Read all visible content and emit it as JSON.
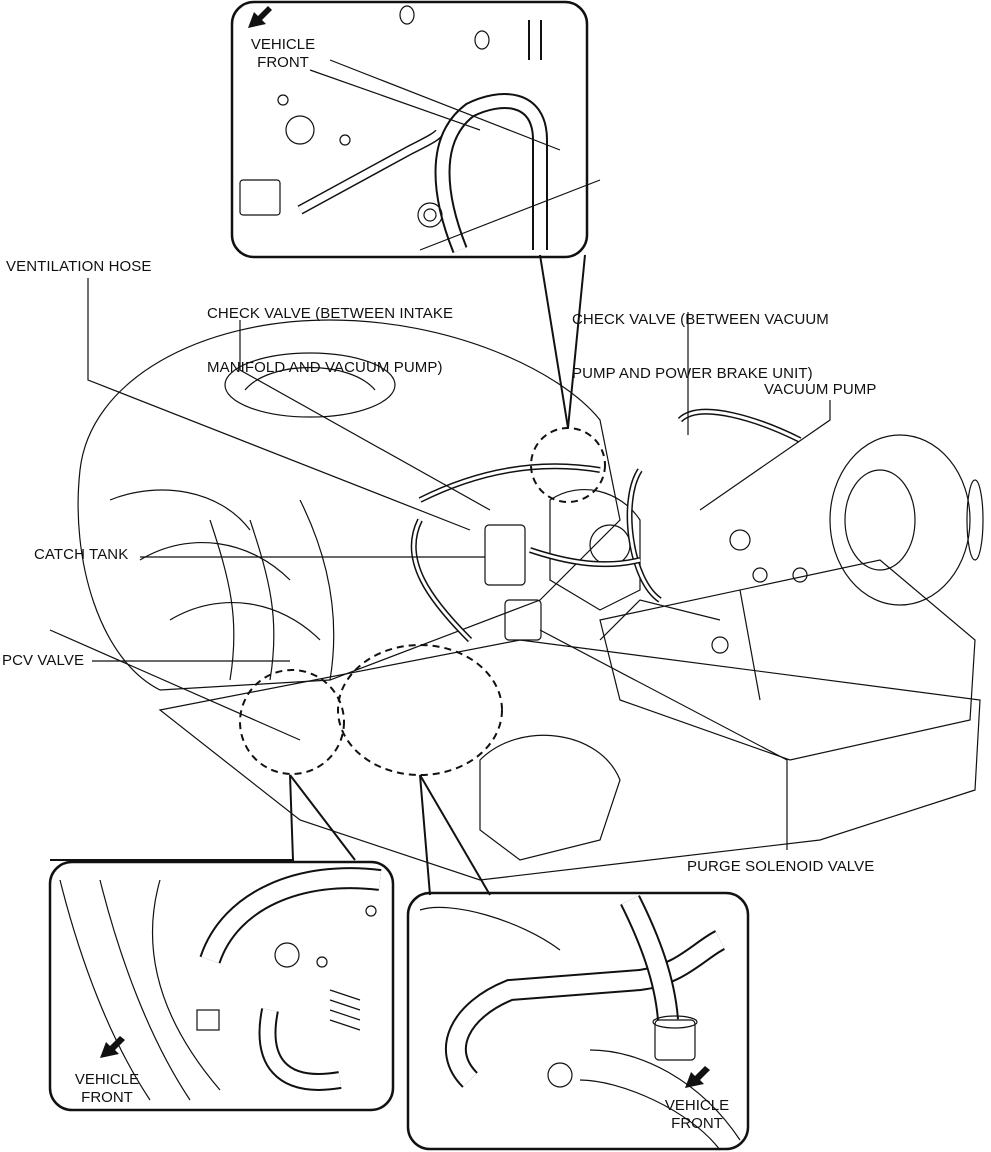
{
  "title": "PCV / vacuum hose routing diagram",
  "callouts": {
    "ventilation_hose": "VENTILATION HOSE",
    "check_valve_intake_line1": "CHECK VALVE (BETWEEN INTAKE",
    "check_valve_intake_line2": "MANIFOLD AND VACUUM PUMP)",
    "check_valve_brake_line1": "CHECK VALVE (BETWEEN VACUUM",
    "check_valve_brake_line2": "PUMP AND POWER BRAKE UNIT)",
    "vacuum_pump": "VACUUM PUMP",
    "catch_tank": "CATCH TANK",
    "pcv_valve": "PCV VALVE",
    "purge_solenoid_valve": "PURGE SOLENOID VALVE"
  },
  "detail_views": {
    "top": {
      "direction_line1": "VEHICLE",
      "direction_line2": "FRONT",
      "icon": "arrow-down-left-icon"
    },
    "bottom_left": {
      "direction_line1": "VEHICLE",
      "direction_line2": "FRONT",
      "icon": "arrow-down-left-icon"
    },
    "bottom_right": {
      "direction_line1": "VEHICLE",
      "direction_line2": "FRONT",
      "icon": "arrow-down-left-icon"
    }
  }
}
